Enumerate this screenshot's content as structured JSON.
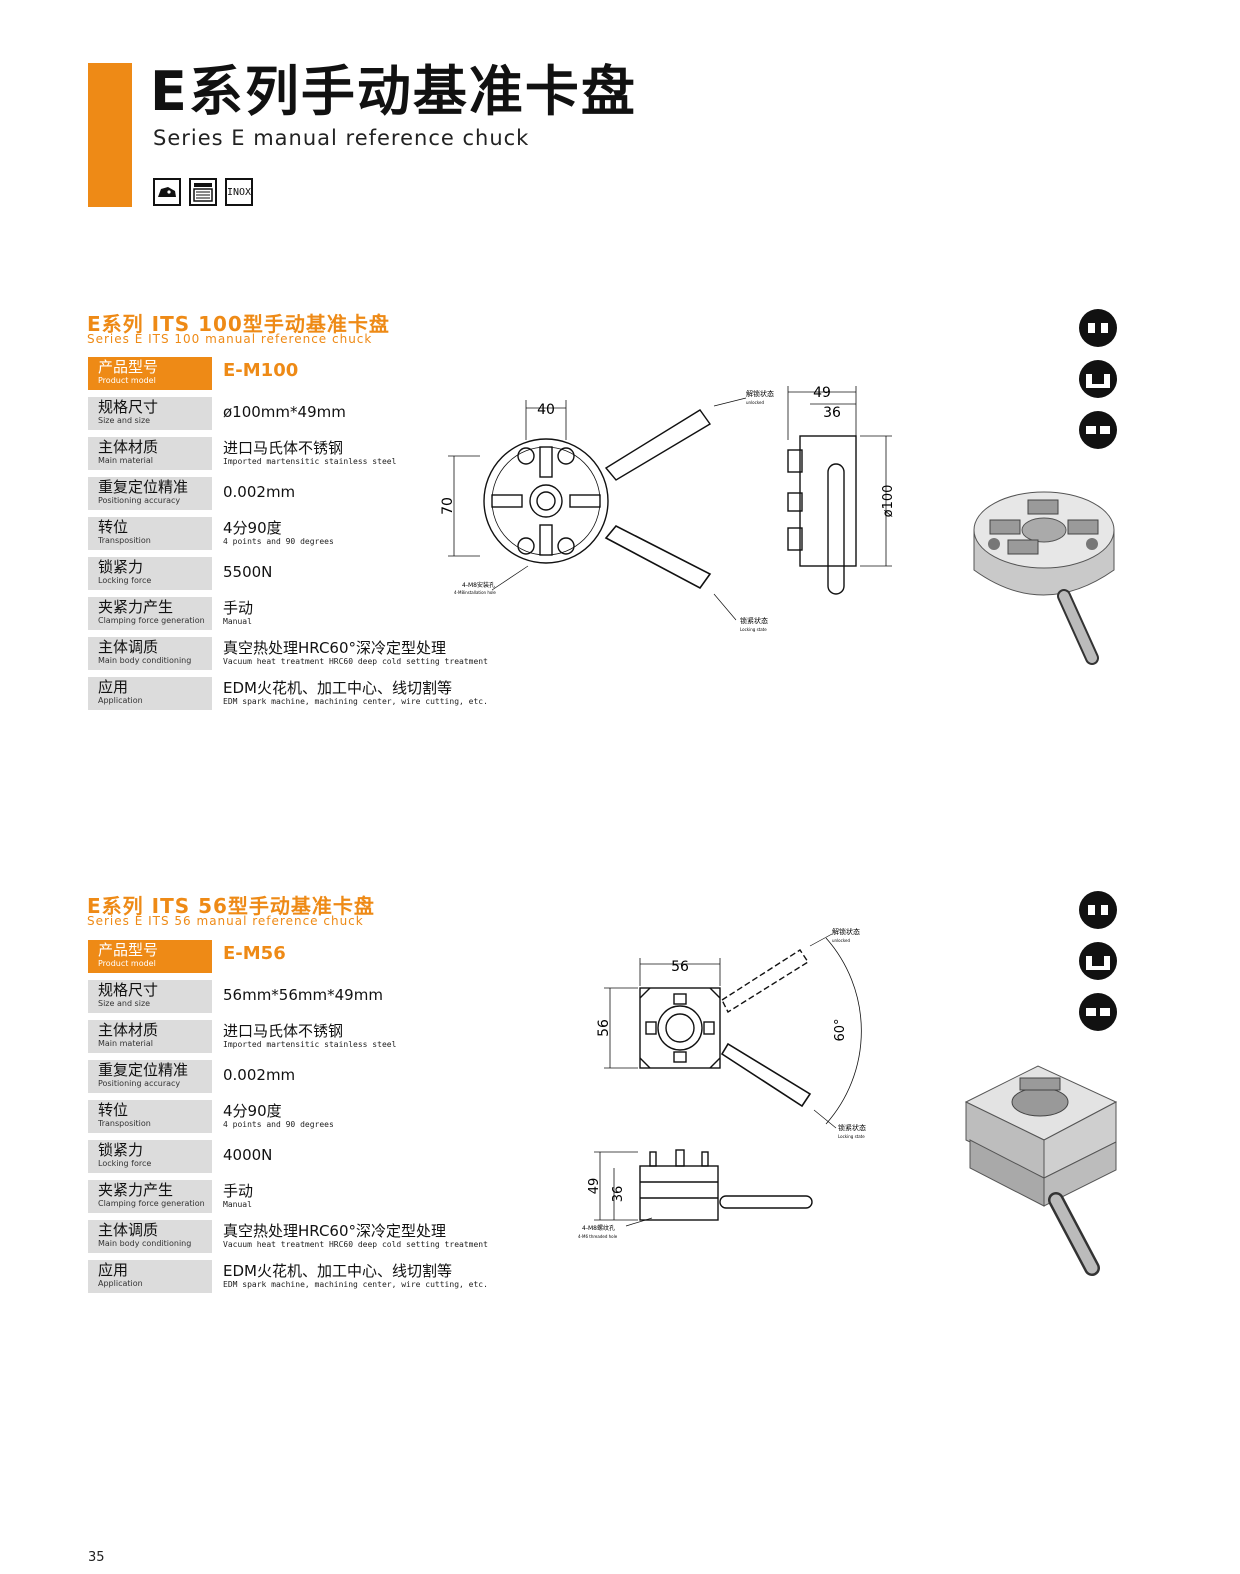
{
  "header": {
    "title": "E系列手动基准卡盘",
    "subtitle": "Series E manual reference chuck",
    "badges": [
      "INOX"
    ]
  },
  "section1": {
    "title": "E系列 ITS 100型手动基准卡盘",
    "subtitle": "Series E ITS 100 manual reference chuck",
    "specs": [
      {
        "cn": "产品型号",
        "en": "Product model",
        "value": "E-M100",
        "value_en": ""
      },
      {
        "cn": "规格尺寸",
        "en": "Size and size",
        "value": "ø100mm*49mm",
        "value_en": ""
      },
      {
        "cn": "主体材质",
        "en": "Main material",
        "value": "进口马氏体不锈钢",
        "value_en": "Imported martensitic stainless steel"
      },
      {
        "cn": "重复定位精准",
        "en": "Positioning accuracy",
        "value": "0.002mm",
        "value_en": ""
      },
      {
        "cn": "转位",
        "en": "Transposition",
        "value": "4分90度",
        "value_en": "4 points and 90 degrees"
      },
      {
        "cn": "锁紧力",
        "en": "Locking force",
        "value": "5500N",
        "value_en": ""
      },
      {
        "cn": "夹紧力产生",
        "en": "Clamping force generation",
        "value": "手动",
        "value_en": "Manual"
      },
      {
        "cn": "主体调质",
        "en": "Main body conditioning",
        "value": "真空热处理HRC60°深冷定型处理",
        "value_en": "Vacuum heat treatment HRC60 deep cold setting treatment"
      },
      {
        "cn": "应用",
        "en": "Application",
        "value": "EDM火花机、加工中心、线切割等",
        "value_en": "EDM spark machine, machining center, wire cutting, etc."
      }
    ],
    "drawing": {
      "dim_40": "40",
      "dim_70": "70",
      "dim_49": "49",
      "dim_36": "36",
      "dim_100": "ø100",
      "unlock": "解锁状态",
      "unlock_en": "unlocked",
      "lock": "锁紧状态",
      "lock_en": "Locking state",
      "holes": "4-M8安装孔",
      "holes_en": "4-M8installation hole"
    }
  },
  "section2": {
    "title": "E系列 ITS 56型手动基准卡盘",
    "subtitle": "Series E ITS 56 manual reference chuck",
    "specs": [
      {
        "cn": "产品型号",
        "en": "Product model",
        "value": "E-M56",
        "value_en": ""
      },
      {
        "cn": "规格尺寸",
        "en": "Size and size",
        "value": "56mm*56mm*49mm",
        "value_en": ""
      },
      {
        "cn": "主体材质",
        "en": "Main material",
        "value": "进口马氏体不锈钢",
        "value_en": "Imported martensitic stainless steel"
      },
      {
        "cn": "重复定位精准",
        "en": "Positioning accuracy",
        "value": "0.002mm",
        "value_en": ""
      },
      {
        "cn": "转位",
        "en": "Transposition",
        "value": "4分90度",
        "value_en": "4 points and 90 degrees"
      },
      {
        "cn": "锁紧力",
        "en": "Locking force",
        "value": "4000N",
        "value_en": ""
      },
      {
        "cn": "夹紧力产生",
        "en": "Clamping force generation",
        "value": "手动",
        "value_en": "Manual"
      },
      {
        "cn": "主体调质",
        "en": "Main body conditioning",
        "value": "真空热处理HRC60°深冷定型处理",
        "value_en": "Vacuum heat treatment HRC60 deep cold setting treatment"
      },
      {
        "cn": "应用",
        "en": "Application",
        "value": "EDM火花机、加工中心、线切割等",
        "value_en": "EDM spark machine, machining center, wire cutting, etc."
      }
    ],
    "drawing": {
      "dim_56w": "56",
      "dim_56h": "56",
      "dim_60": "60°",
      "dim_49": "49",
      "dim_36": "36",
      "unlock": "解锁状态",
      "unlock_en": "unlocked",
      "lock": "锁紧状态",
      "lock_en": "Locking state",
      "holes": "4-M8螺纹孔",
      "holes_en": "4-M6 threaded hole"
    }
  },
  "footer": {
    "page_number": "35"
  }
}
